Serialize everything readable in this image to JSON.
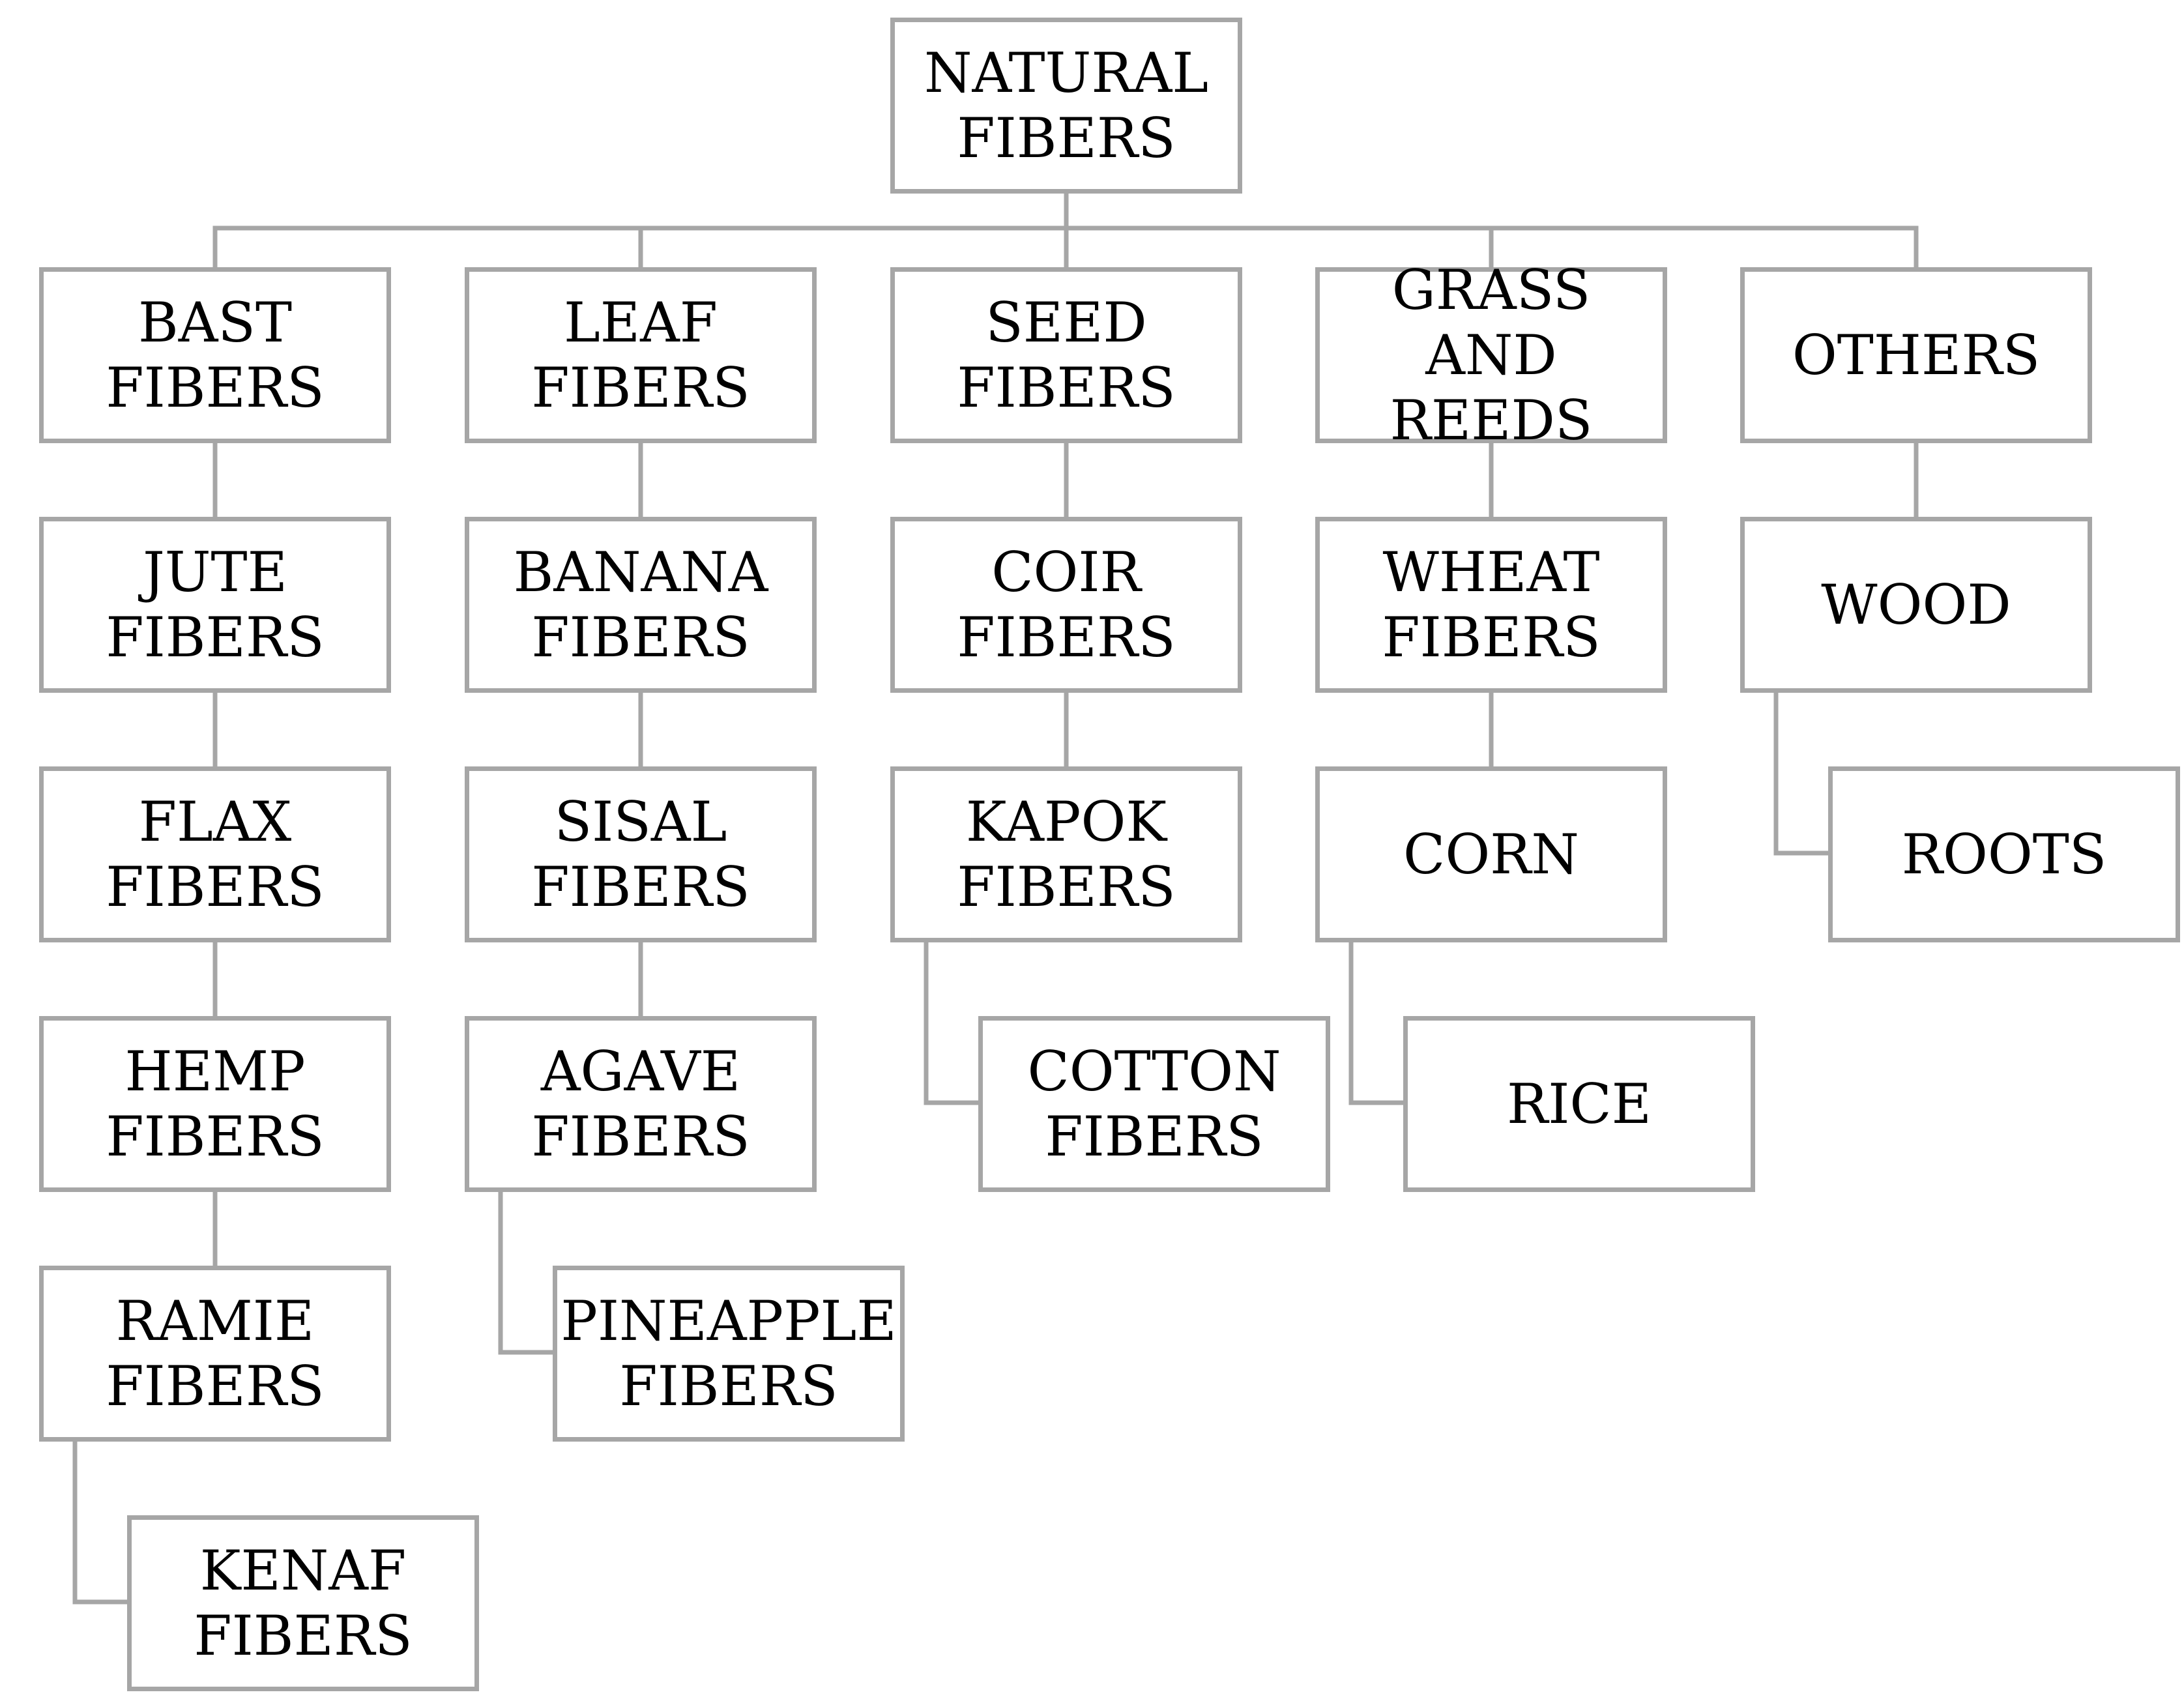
{
  "diagram": {
    "root": "NATURAL\nFIBERS",
    "categories": [
      {
        "label": "BAST FIBERS",
        "children": [
          "JUTE FIBERS",
          "FLAX FIBERS",
          "HEMP\nFIBERS",
          "RAMIE\nFIBERS",
          "KENAF\nFIBERS"
        ]
      },
      {
        "label": "LEAF FIBERS",
        "children": [
          "BANANA\nFIBERS",
          "SISAL FIBERS",
          "AGAVE\nFIBERS",
          "PINEAPPLE\nFIBERS"
        ]
      },
      {
        "label": "SEED FIBERS",
        "children": [
          "COIR FIBERS",
          "KAPOK\nFIBERS",
          "COTTON\nFIBERS"
        ]
      },
      {
        "label": "GRASS AND\nREEDS",
        "children": [
          "WHEAT\nFIBERS",
          "CORN",
          "RICE"
        ]
      },
      {
        "label": "OTHERS",
        "children": [
          "WOOD",
          "ROOTS"
        ]
      }
    ],
    "colors": {
      "box_border": "#a6a6a6",
      "connector": "#a6a6a6",
      "text": "#000000",
      "background": "#ffffff"
    }
  }
}
